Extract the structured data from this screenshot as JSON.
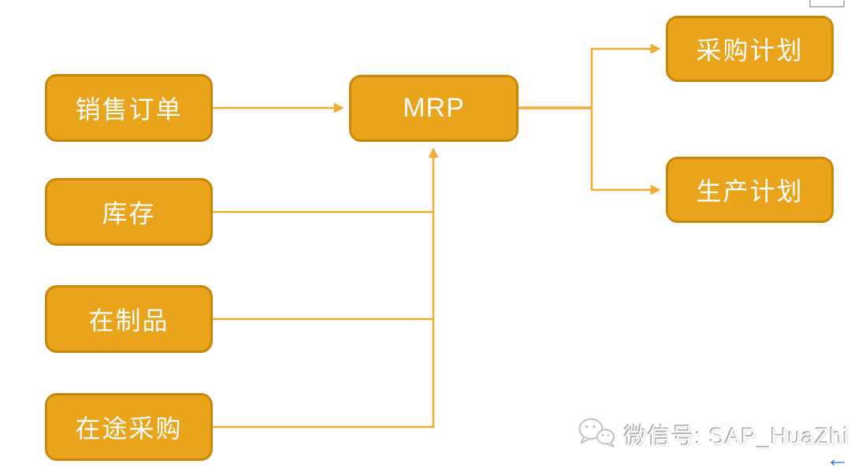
{
  "diagram": {
    "nodes": [
      {
        "id": "sales-order",
        "label": "销售订单"
      },
      {
        "id": "inventory",
        "label": "库存"
      },
      {
        "id": "wip",
        "label": "在制品"
      },
      {
        "id": "in-transit",
        "label": "在途采购"
      },
      {
        "id": "mrp",
        "label": "MRP"
      },
      {
        "id": "purchase-plan",
        "label": "采购计划"
      },
      {
        "id": "production-plan",
        "label": "生产计划"
      }
    ],
    "edges": [
      {
        "from": "sales-order",
        "to": "mrp",
        "arrow": true
      },
      {
        "from": "inventory",
        "to": "mrp",
        "arrow": true
      },
      {
        "from": "wip",
        "to": "mrp",
        "arrow": true
      },
      {
        "from": "in-transit",
        "to": "mrp",
        "arrow": true
      },
      {
        "from": "mrp",
        "to": "purchase-plan",
        "arrow": true
      },
      {
        "from": "mrp",
        "to": "production-plan",
        "arrow": true
      }
    ],
    "colors": {
      "node_fill": "#E9A41B",
      "node_border": "#C8860B",
      "node_text": "#FFFFFF",
      "connector": "#F0AC33"
    }
  },
  "watermark": {
    "icon": "wechat-icon",
    "label": "微信号: SAP_HuaZhi"
  },
  "browser": {
    "back_arrow_glyph": "←",
    "back_arrow_color": "#2B6FDE"
  }
}
